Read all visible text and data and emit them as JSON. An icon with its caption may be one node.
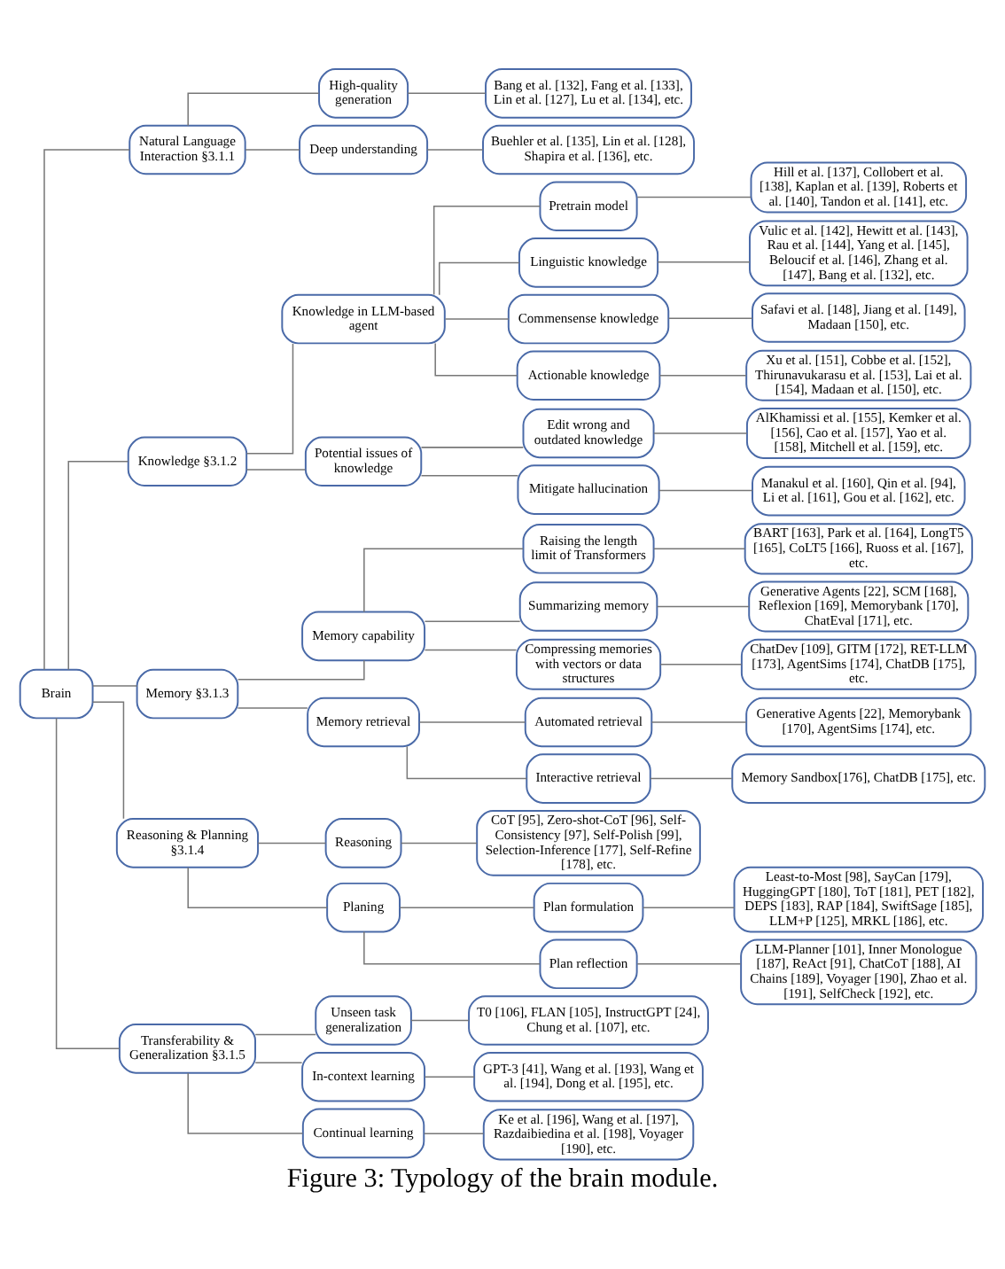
{
  "diagram": {
    "caption": "Figure 3: Typology of the brain module.",
    "nodes": [
      {
        "text": [
          "Brain"
        ]
      },
      {
        "text": [
          "Natural Language Interaction §3.1.1"
        ]
      },
      {
        "text": [
          "High-quality generation"
        ]
      },
      {
        "text": [
          "Bang et al. [132], Fang et al. [133], Lin et al. [127], Lu et al. [134], etc."
        ]
      },
      {
        "text": [
          "Deep understanding"
        ]
      },
      {
        "text": [
          "Buehler et al. [135], Lin et al. [128], Shapira et al. [136], etc."
        ]
      },
      {
        "text": [
          "Knowledge §3.1.2"
        ]
      },
      {
        "text": [
          "Knowledge in LLM-based agent"
        ]
      },
      {
        "text": [
          "Pretrain model"
        ]
      },
      {
        "text": [
          "Hill et al. [137], Collobert et al. [138], Kaplan et al. [139], Roberts et al. [140], Tandon et al. [141], etc."
        ]
      },
      {
        "text": [
          "Linguistic knowledge"
        ]
      },
      {
        "text": [
          "Vulic et al. [142], Hewitt et al. [143], Rau et al. [144], Yang et al. [145], Beloucif et al. [146], Zhang et al. [147], Bang et al. [132], etc."
        ]
      },
      {
        "text": [
          "Commensense knowledge"
        ]
      },
      {
        "text": [
          "Safavi et al. [148], Jiang et al. [149], Madaan [150], etc."
        ]
      },
      {
        "text": [
          "Actionable knowledge"
        ]
      },
      {
        "text": [
          "Xu et al. [151], Cobbe et al. [152], Thirunavukarasu et al. [153], Lai et al. [154], Madaan et al. [150], etc."
        ]
      },
      {
        "text": [
          "Potential issues of knowledge"
        ]
      },
      {
        "text": [
          "Edit wrong and outdated knowledge"
        ]
      },
      {
        "text": [
          "AlKhamissi et al. [155], Kemker et al. [156], Cao et al. [157], Yao et al. [158], Mitchell et al. [159], etc."
        ]
      },
      {
        "text": [
          "Mitigate hallucination"
        ]
      },
      {
        "text": [
          "Manakul et al. [160], Qin et al. [94], Li et al. [161], Gou et al. [162], etc."
        ]
      },
      {
        "text": [
          "Memory §3.1.3"
        ]
      },
      {
        "text": [
          "Memory capability"
        ]
      },
      {
        "text": [
          "Raising the length limit of Transformers"
        ]
      },
      {
        "text": [
          "BART [163], Park et al. [164], LongT5 [165], CoLT5 [166], Ruoss et al. [167], etc."
        ]
      },
      {
        "text": [
          "Summarizing memory"
        ]
      },
      {
        "text": [
          "Generative Agents [22], SCM [168], Reflexion [169], Memorybank [170], ChatEval [171], etc."
        ]
      },
      {
        "text": [
          "Compressing memories with vectors or data structures"
        ]
      },
      {
        "text": [
          "ChatDev [109], GITM [172], RET-LLM [173], AgentSims [174], ChatDB [175], etc."
        ]
      },
      {
        "text": [
          "Memory retrieval"
        ]
      },
      {
        "text": [
          "Automated retrieval"
        ]
      },
      {
        "text": [
          "Generative Agents [22], Memorybank [170], AgentSims [174], etc."
        ]
      },
      {
        "text": [
          "Interactive retrieval"
        ]
      },
      {
        "text": [
          "Memory Sandbox[176], ChatDB [175], etc."
        ]
      },
      {
        "text": [
          "Reasoning & Planning §3.1.4"
        ]
      },
      {
        "text": [
          "Reasoning"
        ]
      },
      {
        "text": [
          "CoT [95], Zero-shot-CoT [96], Self-Consistency [97], Self-Polish [99], Selection-Inference [177], Self-Refine [178], etc."
        ]
      },
      {
        "text": [
          "Planing"
        ]
      },
      {
        "text": [
          "Plan formulation"
        ]
      },
      {
        "text": [
          "Least-to-Most [98], SayCan [179], HuggingGPT [180], ToT [181], PET [182], DEPS [183], RAP [184], SwiftSage [185], LLM+P [125], MRKL [186], etc."
        ]
      },
      {
        "text": [
          "Plan reflection"
        ]
      },
      {
        "text": [
          "LLM-Planner [101], Inner Monologue [187], ReAct [91], ChatCoT [188], AI Chains [189], Voyager [190], Zhao et al. [191], SelfCheck [192], etc."
        ]
      },
      {
        "text": [
          "Transferability & Generalization §3.1.5"
        ]
      },
      {
        "text": [
          "Unseen task generalization"
        ]
      },
      {
        "text": [
          "T0 [106], FLAN [105], InstructGPT [24], Chung et al. [107], etc."
        ]
      },
      {
        "text": [
          "In-context learning"
        ]
      },
      {
        "text": [
          "GPT-3 [41], Wang et al. [193], Wang et al. [194], Dong et al. [195], etc."
        ]
      },
      {
        "text": [
          "Continual learning"
        ]
      },
      {
        "text": [
          "Ke et al. [196], Wang et al. [197], Razdaibiedina et al. [198], Voyager [190], etc."
        ]
      }
    ],
    "edges": [
      {
        "from": 0,
        "to": 1,
        "arrow": "none"
      },
      {
        "from": 1,
        "to": 2,
        "arrow": "none"
      },
      {
        "from": 2,
        "to": 3,
        "arrow": "none"
      },
      {
        "from": 1,
        "to": 4,
        "arrow": "none"
      },
      {
        "from": 4,
        "to": 5,
        "arrow": "none"
      },
      {
        "from": 0,
        "to": 6,
        "arrow": "none"
      },
      {
        "from": 6,
        "to": 7,
        "arrow": "none"
      },
      {
        "from": 7,
        "to": 8,
        "arrow": "none"
      },
      {
        "from": 8,
        "to": 9,
        "arrow": "none"
      },
      {
        "from": 7,
        "to": 10,
        "arrow": "none"
      },
      {
        "from": 10,
        "to": 11,
        "arrow": "none"
      },
      {
        "from": 7,
        "to": 12,
        "arrow": "none"
      },
      {
        "from": 12,
        "to": 13,
        "arrow": "none"
      },
      {
        "from": 7,
        "to": 14,
        "arrow": "none"
      },
      {
        "from": 14,
        "to": 15,
        "arrow": "none"
      },
      {
        "from": 6,
        "to": 16,
        "arrow": "none"
      },
      {
        "from": 16,
        "to": 17,
        "arrow": "none"
      },
      {
        "from": 17,
        "to": 18,
        "arrow": "none"
      },
      {
        "from": 16,
        "to": 19,
        "arrow": "none"
      },
      {
        "from": 19,
        "to": 20,
        "arrow": "none"
      },
      {
        "from": 0,
        "to": 21,
        "arrow": "none"
      },
      {
        "from": 21,
        "to": 22,
        "arrow": "none"
      },
      {
        "from": 22,
        "to": 23,
        "arrow": "none"
      },
      {
        "from": 23,
        "to": 24,
        "arrow": "none"
      },
      {
        "from": 22,
        "to": 25,
        "arrow": "none"
      },
      {
        "from": 25,
        "to": 26,
        "arrow": "none"
      },
      {
        "from": 22,
        "to": 27,
        "arrow": "none"
      },
      {
        "from": 27,
        "to": 28,
        "arrow": "none"
      },
      {
        "from": 21,
        "to": 29,
        "arrow": "none"
      },
      {
        "from": 29,
        "to": 30,
        "arrow": "none"
      },
      {
        "from": 30,
        "to": 31,
        "arrow": "none"
      },
      {
        "from": 29,
        "to": 32,
        "arrow": "none"
      },
      {
        "from": 32,
        "to": 33,
        "arrow": "none"
      },
      {
        "from": 0,
        "to": 34,
        "arrow": "none"
      },
      {
        "from": 34,
        "to": 35,
        "arrow": "none"
      },
      {
        "from": 35,
        "to": 36,
        "arrow": "none"
      },
      {
        "from": 34,
        "to": 37,
        "arrow": "none"
      },
      {
        "from": 37,
        "to": 38,
        "arrow": "none"
      },
      {
        "from": 38,
        "to": 39,
        "arrow": "none"
      },
      {
        "from": 37,
        "to": 40,
        "arrow": "none"
      },
      {
        "from": 40,
        "to": 41,
        "arrow": "none"
      },
      {
        "from": 0,
        "to": 42,
        "arrow": "none"
      },
      {
        "from": 42,
        "to": 43,
        "arrow": "none"
      },
      {
        "from": 43,
        "to": 44,
        "arrow": "none"
      },
      {
        "from": 42,
        "to": 45,
        "arrow": "none"
      },
      {
        "from": 45,
        "to": 46,
        "arrow": "none"
      },
      {
        "from": 42,
        "to": 47,
        "arrow": "none"
      },
      {
        "from": 47,
        "to": 48,
        "arrow": "none"
      }
    ]
  }
}
